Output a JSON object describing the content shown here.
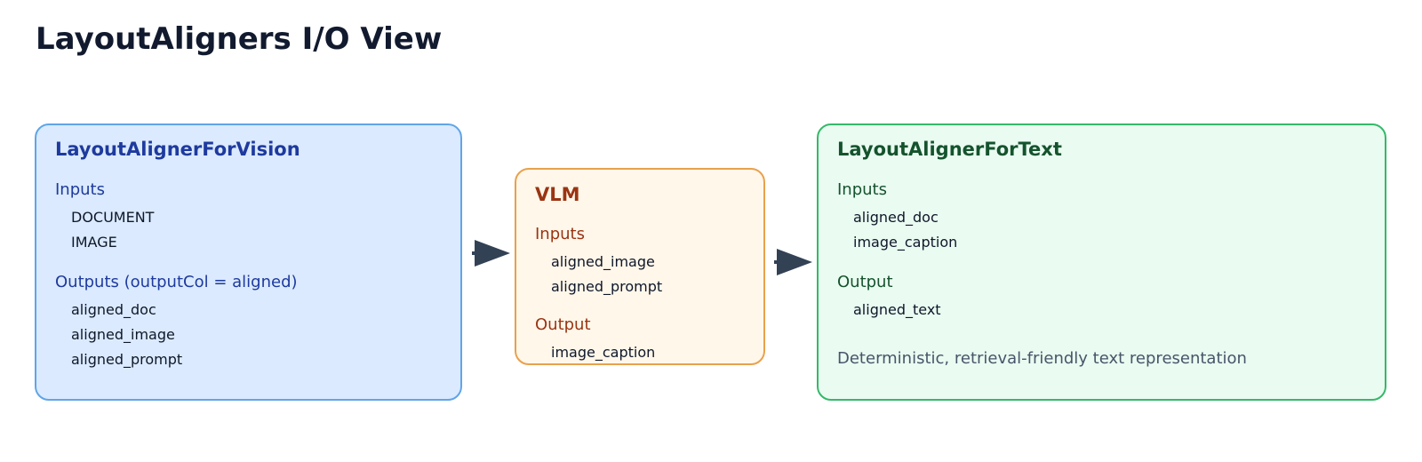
{
  "title": "LayoutAligners I/O View",
  "vision": {
    "title": "LayoutAlignerForVision",
    "inputs_label": "Inputs",
    "inputs": [
      "DOCUMENT",
      "IMAGE"
    ],
    "outputs_label": "Outputs (outputCol = aligned)",
    "outputs": [
      "aligned_doc",
      "aligned_image",
      "aligned_prompt"
    ]
  },
  "vlm": {
    "title": "VLM",
    "inputs_label": "Inputs",
    "inputs": [
      "aligned_image",
      "aligned_prompt"
    ],
    "output_label": "Output",
    "outputs": [
      "image_caption"
    ]
  },
  "text": {
    "title": "LayoutAlignerForText",
    "inputs_label": "Inputs",
    "inputs": [
      "aligned_doc",
      "image_caption"
    ],
    "output_label": "Output",
    "outputs": [
      "aligned_text"
    ],
    "note": "Deterministic, retrieval-friendly text representation"
  },
  "colors": {
    "vision_fill": "#dbeafe",
    "vision_border": "#60a5e8",
    "vlm_fill": "#fff7ea",
    "vlm_border": "#e9a14c",
    "text_fill": "#eafbf1",
    "text_border": "#34b96a",
    "arrow": "#334155"
  },
  "arrows": [
    {
      "from": "LayoutAlignerForVision",
      "to": "VLM"
    },
    {
      "from": "VLM",
      "to": "LayoutAlignerForText"
    }
  ]
}
